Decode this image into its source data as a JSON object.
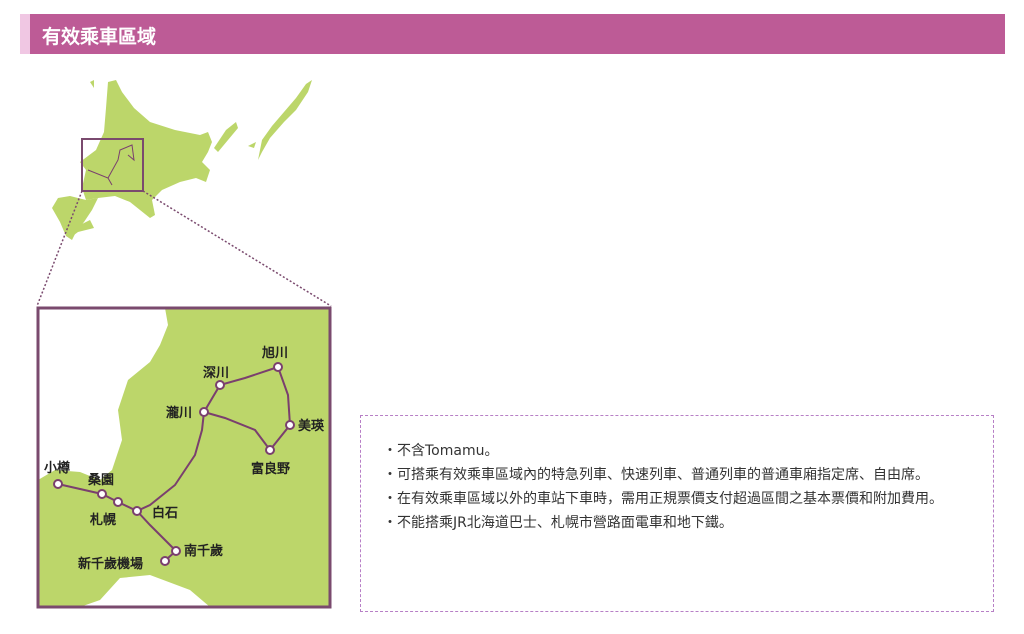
{
  "header": {
    "title": "有效乘車區域"
  },
  "map": {
    "colors": {
      "land": "#bcd66a",
      "route": "#7a3f6e",
      "frame": "#7a4a6e"
    },
    "stations": {
      "asahikawa": "旭川",
      "fukagawa": "深川",
      "takikawa": "瀧川",
      "biei": "美瑛",
      "furano": "富良野",
      "otaru": "小樽",
      "soen": "桑園",
      "sapporo": "札幌",
      "shiroishi": "白石",
      "minami_chitose": "南千歲",
      "new_chitose_airport": "新千歲機場"
    }
  },
  "notes": [
    "不含Tomamu。",
    "可搭乘有效乘車區域內的特急列車、快速列車、普通列車的普通車廂指定席、自由席。",
    "在有效乘車區域以外的車站下車時，需用正規票價支付超過區間之基本票價和附加費用。",
    "不能搭乘JR北海道巴士、札幌市營路面電車和地下鐵。"
  ]
}
